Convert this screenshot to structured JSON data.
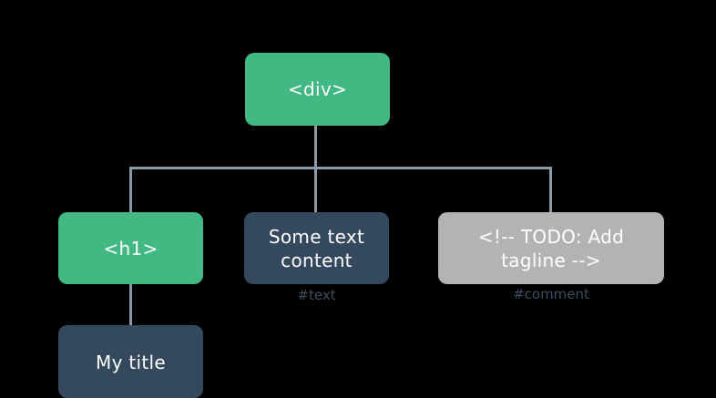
{
  "colors": {
    "element": "#42b883",
    "text": "#35495e",
    "comment": "#b3b3b3",
    "connector": "#8a9aa6",
    "caption": "#3c4e61",
    "background": "#000000"
  },
  "nodes": {
    "root": {
      "label": "<div>",
      "kind": "element"
    },
    "h1": {
      "label": "<h1>",
      "kind": "element"
    },
    "text": {
      "label": "Some text\ncontent",
      "kind": "text",
      "caption": "#text"
    },
    "comment": {
      "label": "<!-- TODO: Add\ntagline  -->",
      "kind": "comment",
      "caption": "#comment"
    },
    "title": {
      "label": "My title",
      "kind": "text"
    }
  },
  "edges": [
    {
      "from": "root",
      "to": "h1"
    },
    {
      "from": "root",
      "to": "text"
    },
    {
      "from": "root",
      "to": "comment"
    },
    {
      "from": "h1",
      "to": "title"
    }
  ]
}
